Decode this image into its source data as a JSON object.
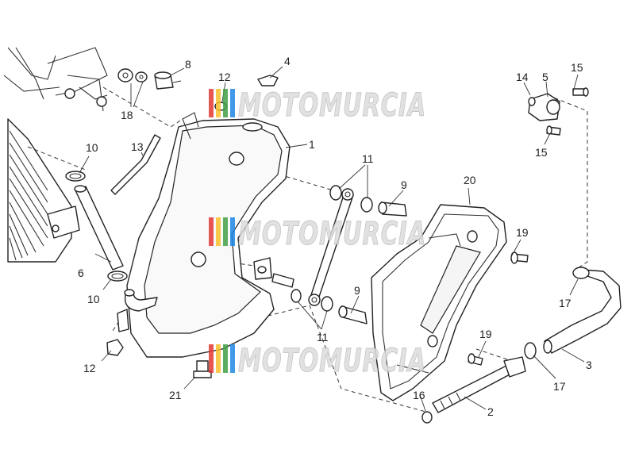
{
  "watermark": {
    "text": "MOTOMURCIA",
    "colors": [
      "#e53935",
      "#fbc02d",
      "#43a047",
      "#1e88e5"
    ]
  },
  "callouts": {
    "c1": "1",
    "c2": "2",
    "c3": "3",
    "c4": "4",
    "c5": "5",
    "c6": "6",
    "c8": "8",
    "c9a": "9",
    "c9b": "9",
    "c10a": "10",
    "c10b": "10",
    "c11a": "11",
    "c11b": "11",
    "c12a": "12",
    "c12b": "12",
    "c13": "13",
    "c14": "14",
    "c15a": "15",
    "c15b": "15",
    "c16": "16",
    "c17a": "17",
    "c17b": "17",
    "c18": "18",
    "c19a": "19",
    "c19b": "19",
    "c20": "20",
    "c21": "21"
  }
}
